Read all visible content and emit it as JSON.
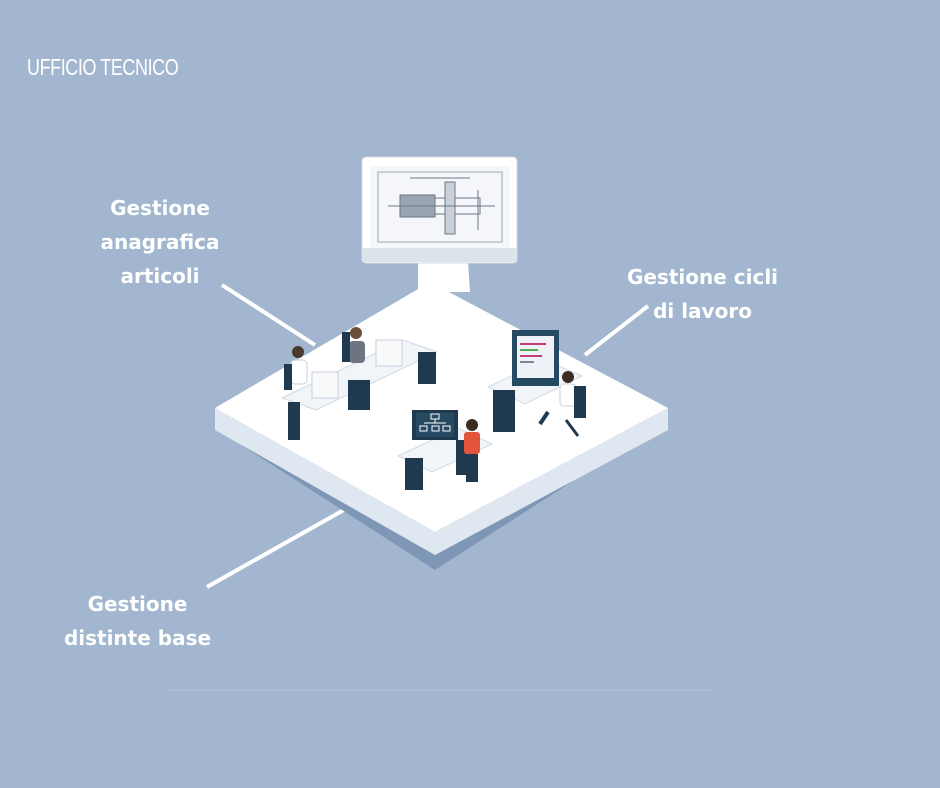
{
  "title": "UFFICIO TECNICO",
  "labels": {
    "articoli": {
      "line1": "Gestione",
      "line2": "anagrafica",
      "line3": "articoli"
    },
    "cicli": {
      "line1": "Gestione cicli",
      "line2": "di lavoro"
    },
    "distinte": {
      "line1": "Gestione",
      "line2": "distinte base"
    }
  },
  "colors": {
    "background": "#a2b7cf",
    "platform": "#ffffff",
    "desk_legs": "#1f3a4f",
    "accent_shirt": "#e2553b"
  }
}
